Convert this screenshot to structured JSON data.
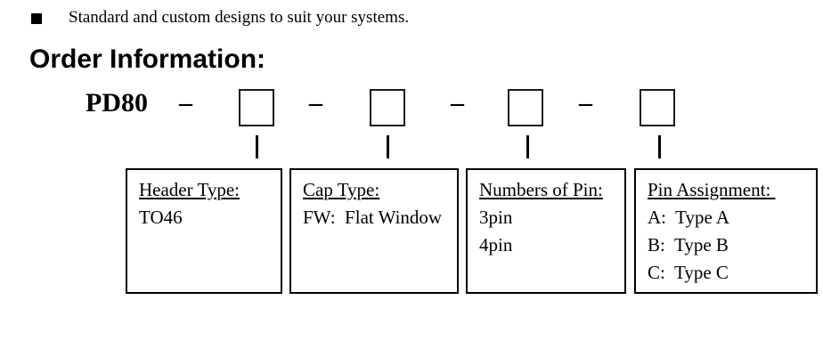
{
  "intro": {
    "bullet_text": "Standard and custom designs to suit your systems."
  },
  "section": {
    "title": "Order Information:"
  },
  "diagram": {
    "prefix": "PD80",
    "separator": "–",
    "slot_count": 4
  },
  "fields": [
    {
      "title": "Header Type:",
      "lines": [
        "TO46"
      ]
    },
    {
      "title": "Cap Type:",
      "lines": [
        "FW:  Flat Window"
      ]
    },
    {
      "title": "Numbers of Pin:",
      "lines": [
        "3pin",
        "4pin"
      ]
    },
    {
      "title": "Pin Assignment: ",
      "lines": [
        "A:  Type A",
        "B:  Type B",
        "C:  Type C"
      ]
    }
  ]
}
